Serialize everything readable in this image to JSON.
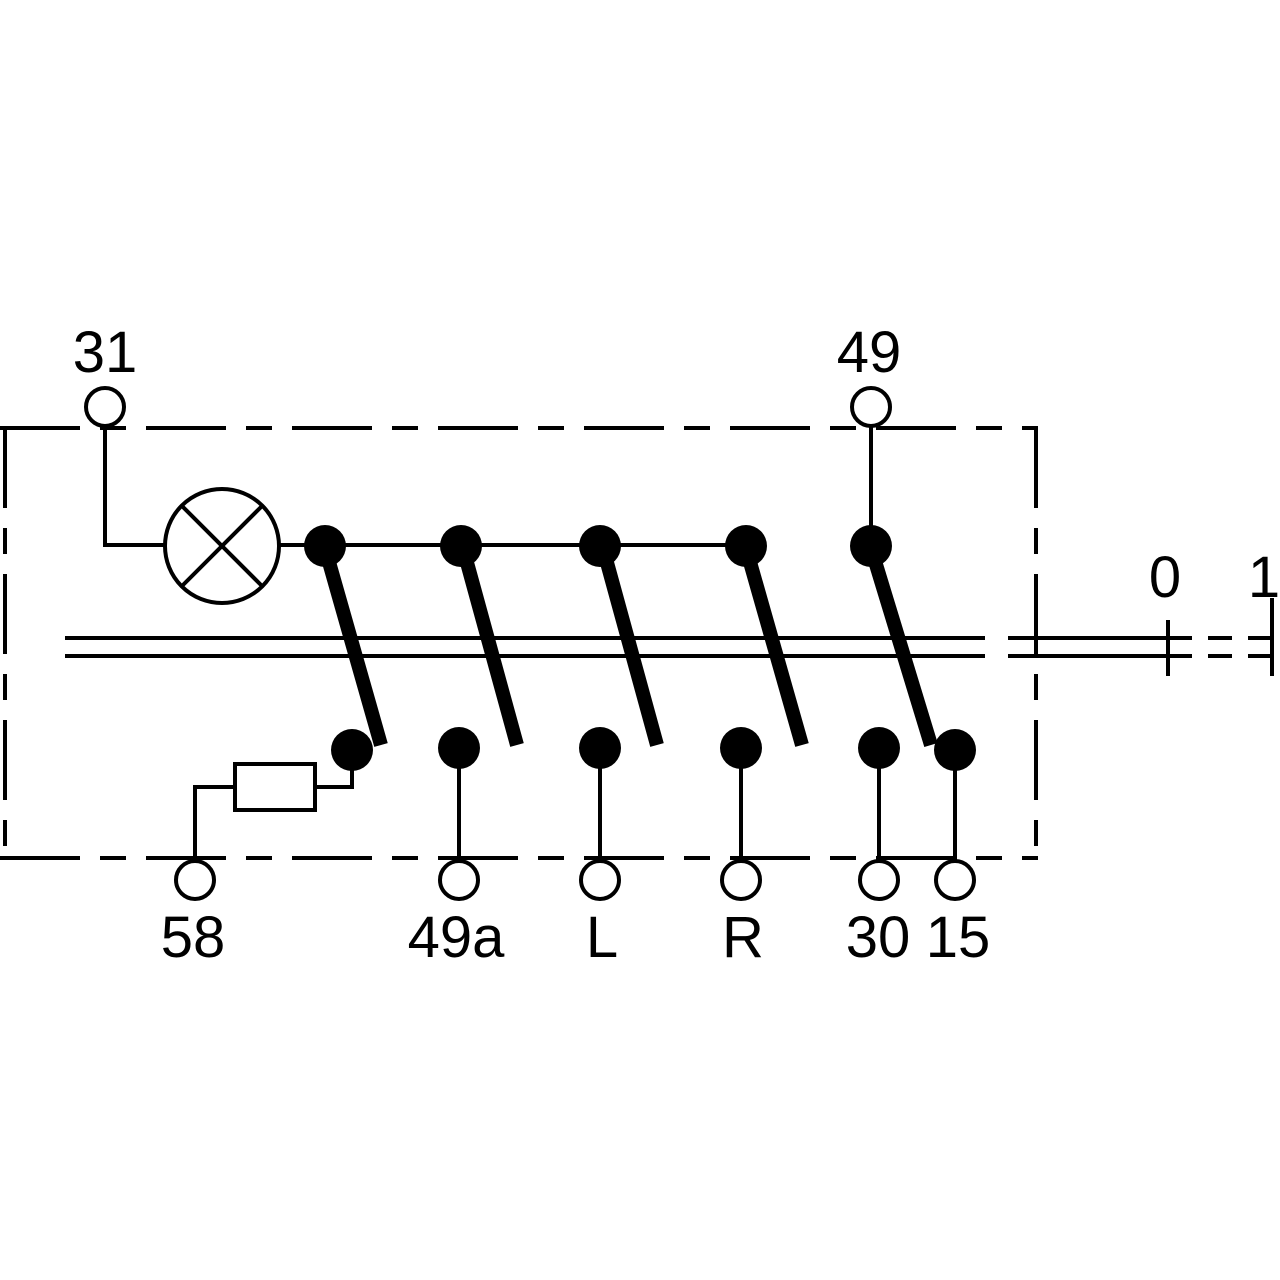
{
  "terminals": {
    "t31": "31",
    "t49": "49",
    "t58": "58",
    "t49a": "49a",
    "tL": "L",
    "tR": "R",
    "t30": "30",
    "t15": "15"
  },
  "positions": {
    "p0": "0",
    "p1": "1"
  },
  "colors": {
    "ink": "#000000",
    "background": "#ffffff"
  }
}
